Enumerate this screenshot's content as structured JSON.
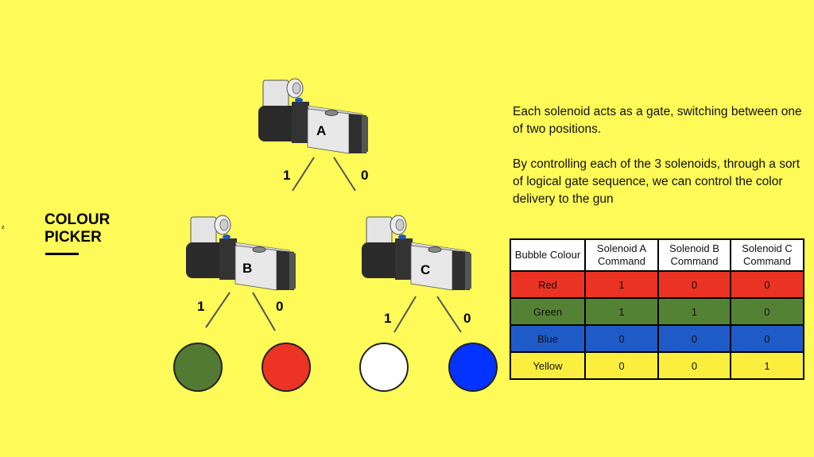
{
  "title_line1": "COLOUR",
  "title_line2": "PICKER",
  "stray_mark": "z",
  "description": [
    "Each solenoid acts as a gate, switching between one of two positions.",
    "By controlling each of the 3 solenoids, through a sort of logical gate sequence, we can control the color delivery to the gun"
  ],
  "solenoids": {
    "a": "A",
    "b": "B",
    "c": "C"
  },
  "branch_labels": {
    "a_left": "1",
    "a_right": "0",
    "b_left": "1",
    "b_right": "0",
    "c_left": "1",
    "c_right": "0"
  },
  "bubbles": [
    {
      "name": "green",
      "color": "#537a33"
    },
    {
      "name": "red",
      "color": "#ec3324"
    },
    {
      "name": "white",
      "color": "#ffffff"
    },
    {
      "name": "blue",
      "color": "#0433ff"
    }
  ],
  "table": {
    "headers": [
      "Bubble Colour",
      "Solenoid A Command",
      "Solenoid B Command",
      "Solenoid C Command"
    ],
    "rows": [
      {
        "color": "#ea3323",
        "cells": [
          "Red",
          "1",
          "0",
          "0"
        ]
      },
      {
        "color": "#548235",
        "cells": [
          "Green",
          "1",
          "1",
          "0"
        ]
      },
      {
        "color": "#1f5bc6",
        "cells": [
          "Blue",
          "0",
          "0",
          "0"
        ]
      },
      {
        "color": "#fcee3e",
        "cells": [
          "Yellow",
          "0",
          "0",
          "1"
        ]
      }
    ]
  }
}
